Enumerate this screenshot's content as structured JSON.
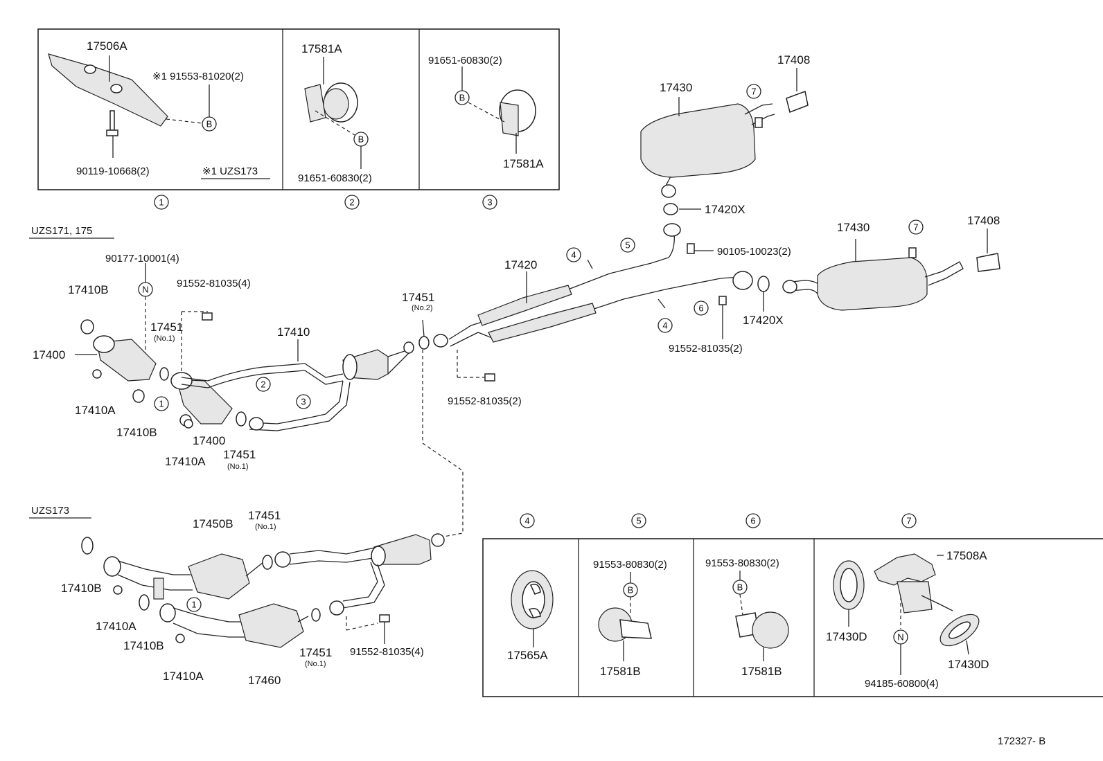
{
  "diagram_id": "172327- B",
  "inset_top": {
    "p1": {
      "num": "1",
      "part_a": "17506A",
      "bolt": "90119-10668(2)",
      "note_part": "※1 91553-81020(2)",
      "note_model": "※1 UZS173",
      "clip": "B"
    },
    "p2": {
      "num": "2",
      "part_a": "17581A",
      "bolt": "91651-60830(2)",
      "clip": "B"
    },
    "p3": {
      "num": "3",
      "part_a": "17581A",
      "bolt": "91651-60830(2)",
      "clip": "B"
    }
  },
  "section_a": {
    "model": "UZS171, 175",
    "labels": {
      "l17410B_1": "17410B",
      "l17400_1": "17400",
      "l17410A_1": "17410A",
      "l17410B_2": "17410B",
      "l17410A_2": "17410A",
      "l17400_2": "17400",
      "l17451_1": "17451",
      "l17451_1n": "(No.1)",
      "l17451_2": "17451",
      "l17451_2n": "(No.1)",
      "l90177": "90177-10001(4)",
      "n": "N",
      "l91552a": "91552-81035(4)",
      "l17410": "17410",
      "l17451_3": "17451",
      "l17451_3n": "(No.2)",
      "l91552b": "91552-81035(2)",
      "l17420": "17420",
      "l17430a": "17430",
      "l17408a": "17408",
      "l17420Xa": "17420X",
      "l90105": "90105-10023(2)",
      "l91552c": "91552-81035(2)",
      "l17420Xb": "17420X",
      "l17430b": "17430",
      "l17408b": "17408",
      "c1": "1",
      "c2": "2",
      "c3": "3",
      "c4a": "4",
      "c4b": "4",
      "c5": "5",
      "c6": "6",
      "c7a": "7",
      "c7b": "7"
    }
  },
  "section_b": {
    "model": "UZS173",
    "labels": {
      "l17410B_a": "17410B",
      "l17410A_a": "17410A",
      "l17410B_b": "17410B",
      "l17410A_b": "17410A",
      "l17450B": "17450B",
      "l17451_a": "17451",
      "l17451_an": "(No.1)",
      "l17451_b": "17451",
      "l17451_bn": "(No.1)",
      "l17460": "17460",
      "l91552": "91552-81035(4)",
      "c1": "1"
    }
  },
  "inset_bottom": {
    "p4": {
      "num": "4",
      "part": "17565A"
    },
    "p5": {
      "num": "5",
      "part": "17581B",
      "bolt": "91553-80830(2)",
      "clip": "B"
    },
    "p6": {
      "num": "6",
      "part": "17581B",
      "bolt": "91553-80830(2)",
      "clip": "B"
    },
    "p7": {
      "num": "7",
      "part_a": "17508A",
      "part_b": "17430D",
      "part_c": "17430D",
      "bolt": "94185-60800(4)",
      "clip": "N"
    }
  }
}
